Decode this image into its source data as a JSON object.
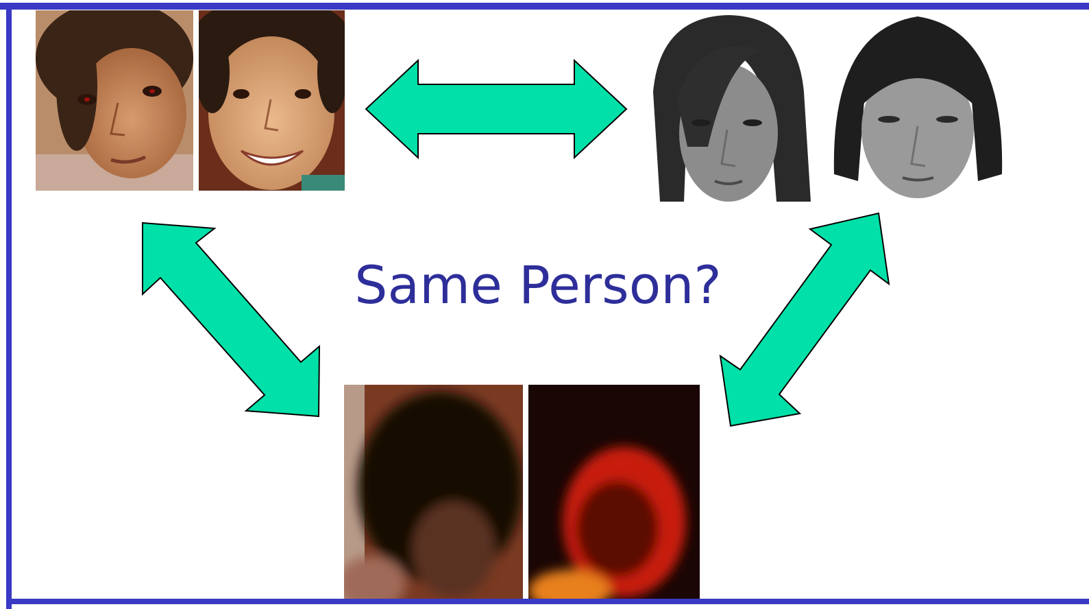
{
  "caption": "Same Person?",
  "colors": {
    "frame": "#3a3ac4",
    "arrow_fill": "#00e0a8",
    "arrow_stroke": "#000000",
    "caption": "#2e2e9a"
  },
  "groups": [
    {
      "id": "child-photos",
      "photos": [
        "child-photo-1",
        "child-photo-2"
      ]
    },
    {
      "id": "avatar-renders",
      "photos": [
        "avatar-render-1",
        "avatar-render-2"
      ]
    },
    {
      "id": "dark-video-frames",
      "photos": [
        "dark-frame-1",
        "dark-frame-2"
      ]
    }
  ]
}
